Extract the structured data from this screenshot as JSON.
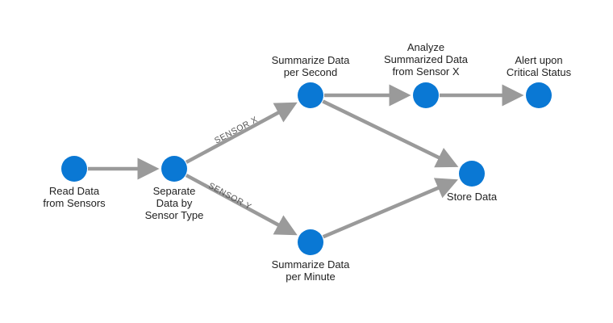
{
  "nodes": [
    {
      "id": "read",
      "label": "Read Data\nfrom Sensors"
    },
    {
      "id": "separate",
      "label": "Separate\nData by\nSensor Type"
    },
    {
      "id": "sum_sec",
      "label": "Summarize Data\nper Second"
    },
    {
      "id": "analyze",
      "label": "Analyze\nSummarized Data\nfrom Sensor X"
    },
    {
      "id": "alert",
      "label": "Alert upon\nCritical Status"
    },
    {
      "id": "store",
      "label": "Store Data"
    },
    {
      "id": "sum_min",
      "label": "Summarize Data\nper Minute"
    }
  ],
  "edges": [
    {
      "from": "read",
      "to": "separate"
    },
    {
      "from": "separate",
      "to": "sum_sec",
      "label": "SENSOR X"
    },
    {
      "from": "separate",
      "to": "sum_min",
      "label": "SENSOR Y"
    },
    {
      "from": "sum_sec",
      "to": "analyze"
    },
    {
      "from": "analyze",
      "to": "alert"
    },
    {
      "from": "sum_sec",
      "to": "store"
    },
    {
      "from": "sum_min",
      "to": "store"
    }
  ],
  "colors": {
    "node": "#0a78d4",
    "edge": "#9a9a9a"
  }
}
